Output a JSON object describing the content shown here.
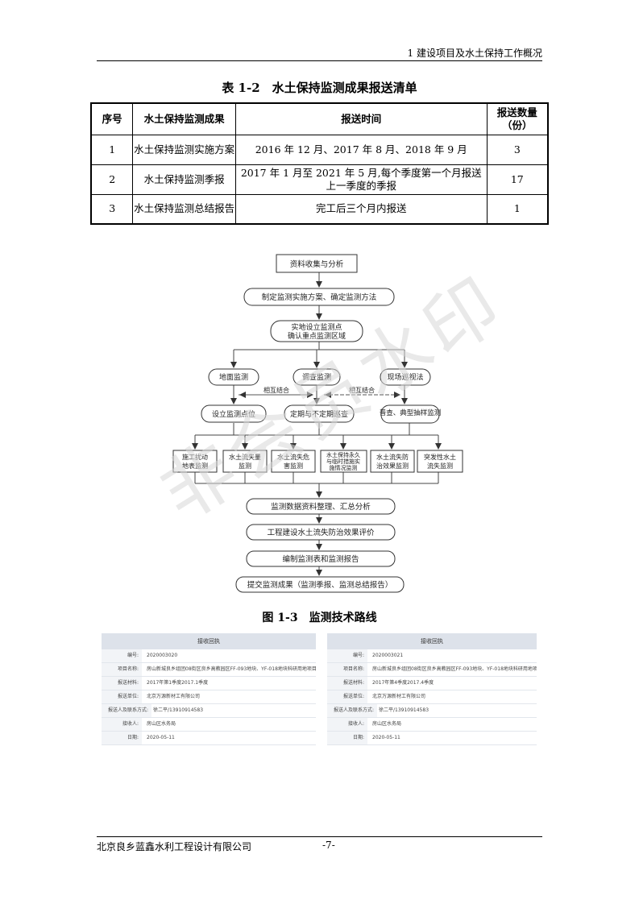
{
  "header": {
    "chapter": "1 建设项目及水土保持工作概况"
  },
  "table": {
    "title": "表 1-2　水土保持监测成果报送清单",
    "headers": [
      "序号",
      "水土保持监测成果",
      "报送时间",
      "报送数量（份）"
    ],
    "rows": [
      [
        "1",
        "水土保持监测实施方案",
        "2016 年 12 月、2017 年 8 月、2018 年 9 月",
        "3"
      ],
      [
        "2",
        "水土保持监测季报",
        "2017 年 1 月至 2021 年 5 月,每个季度第一个月报送上一季度的季报",
        "17"
      ],
      [
        "3",
        "水土保持监测总结报告",
        "完工后三个月内报送",
        "1"
      ]
    ]
  },
  "flowchart": {
    "step_collect": "资料收集与分析",
    "step_plan": "制定监测实施方案、确定监测方法",
    "step_site_1": "实地设立监测点",
    "step_site_2": "确认重点监测区域",
    "methods": [
      "地面监测",
      "调查监测",
      "现场巡视法"
    ],
    "combine_label": "相互结合",
    "sub_methods": [
      "设立监测点位",
      "定期与不定期巡查",
      "普查、典型抽样监测"
    ],
    "items": [
      [
        "施工扰动",
        "地表监测"
      ],
      [
        "水土流失量",
        "监测"
      ],
      [
        "水土流失危",
        "害监测"
      ],
      [
        "水土保持永久",
        "与临时措施实",
        "施情况监测"
      ],
      [
        "水土流失防",
        "治效果监测"
      ],
      [
        "突发性水土",
        "流失监测"
      ]
    ],
    "step_analyze": "监测数据资料整理、汇总分析",
    "step_evaluate": "工程建设水土流失防治效果评价",
    "step_report": "编制监测表和监测报告",
    "step_submit": "提交监测成果（监测季报、监测总结报告）",
    "caption": "图 1-3　监测技术路线"
  },
  "receipts": [
    {
      "title": "接收回执",
      "fields": [
        {
          "label": "编号:",
          "value": "2020003020"
        },
        {
          "label": "项目名称:",
          "value": "房山新城良乡组团08街区良乡高教园区FF-093地块、YF-018地块科研用地项目"
        },
        {
          "label": "报送材料:",
          "value": "2017年第1季度2017.1季度"
        },
        {
          "label": "报送单位:",
          "value": "北京万源新材工有限公司"
        },
        {
          "label": "报送人及联系方式:",
          "value": "徐二平/13910914583"
        },
        {
          "label": "接收人:",
          "value": "房山区水务局"
        },
        {
          "label": "日期:",
          "value": "2020-05-11"
        }
      ]
    },
    {
      "title": "接收回执",
      "fields": [
        {
          "label": "编号:",
          "value": "2020003021"
        },
        {
          "label": "项目名称:",
          "value": "房山新城良乡组团08街区良乡高教园区FF-093地块、YF-018地块科研用地项目"
        },
        {
          "label": "报送材料:",
          "value": "2017年第4季度2017.4季度"
        },
        {
          "label": "报送单位:",
          "value": "北京万源新材工有限公司"
        },
        {
          "label": "报送人及联系方式:",
          "value": "徐二平/13910914583"
        },
        {
          "label": "接收人:",
          "value": "房山区水务局"
        },
        {
          "label": "日期:",
          "value": "2020-05-11"
        }
      ]
    }
  ],
  "watermark": "非会员水印",
  "footer": {
    "company": "北京良乡蓝鑫水利工程设计有限公司",
    "page": "-7-"
  }
}
